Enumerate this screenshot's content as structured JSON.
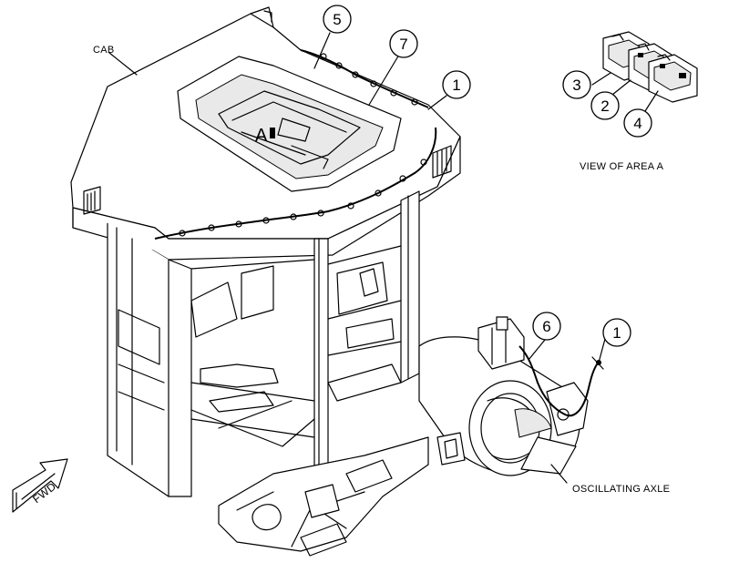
{
  "labels": {
    "cab": "CAB",
    "view_of_area": "VIEW OF AREA A",
    "area_marker": "A",
    "oscillating_axle": "OSCILLATING AXLE",
    "fwd": "FWD"
  },
  "callouts": {
    "top_5": "5",
    "top_7": "7",
    "top_1": "1",
    "detail_3": "3",
    "detail_2": "2",
    "detail_4": "4",
    "axle_6": "6",
    "axle_1": "1"
  }
}
